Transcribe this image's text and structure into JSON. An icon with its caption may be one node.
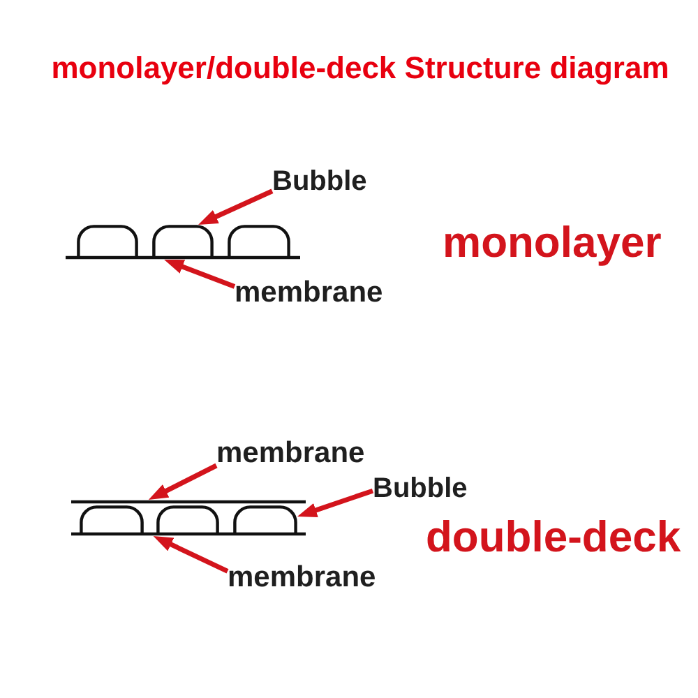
{
  "diagram": {
    "title": "monolayer/double-deck Structure diagram",
    "nodes": [
      {
        "text": [
          "Bubble"
        ]
      },
      {
        "text": [],
        "shape": "dome"
      },
      {
        "text": [],
        "shape": "line"
      },
      {
        "text": [
          "membrane"
        ]
      },
      {
        "text": [
          "membrane"
        ]
      },
      {
        "text": [],
        "shape": "line"
      },
      {
        "text": [
          "Bubble"
        ]
      },
      {
        "text": [],
        "shape": "dome"
      },
      {
        "text": [],
        "shape": "line"
      },
      {
        "text": [
          "membrane"
        ]
      }
    ],
    "edges": [
      {
        "from": 0,
        "to": 1,
        "arrow": "to"
      },
      {
        "from": 3,
        "to": 2,
        "arrow": "to"
      },
      {
        "from": 4,
        "to": 5,
        "arrow": "to"
      },
      {
        "from": 6,
        "to": 7,
        "arrow": "to"
      },
      {
        "from": 9,
        "to": 8,
        "arrow": "to"
      }
    ],
    "labels": [
      "monolayer",
      "double-deck"
    ]
  }
}
